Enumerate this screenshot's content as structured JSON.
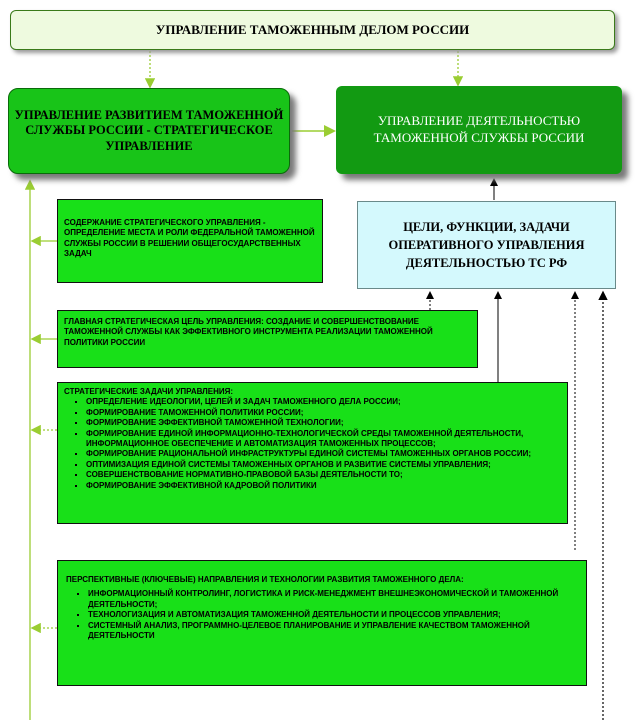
{
  "top_title": "УПРАВЛЕНИЕ  ТАМОЖЕННЫМ  ДЕЛОМ РОССИИ",
  "strategic_box": {
    "text": "УПРАВЛЕНИЕ РАЗВИТИЕМ ТАМОЖЕННОЙ СЛУЖБЫ РОССИИ - СТРАТЕГИЧЕСКОЕ УПРАВЛЕНИЕ"
  },
  "operational_box": {
    "text": "УПРАВЛЕНИЕ ДЕЯТЕЛЬНОСТЬЮ ТАМОЖЕННОЙ СЛУЖБЫ РОССИИ"
  },
  "goals_box": {
    "text": "ЦЕЛИ, ФУНКЦИИ, ЗАДАЧИ ОПЕРАТИВНОГО УПРАВЛЕНИЯ ДЕЯТЕЛЬНОСТЬЮ ТС РФ"
  },
  "content_box": {
    "text": "СОДЕРЖАНИЕ СТРАТЕГИЧЕСКОГО УПРАВЛЕНИЯ - ОПРЕДЕЛЕНИЕ МЕСТА И РОЛИ ФЕДЕРАЛЬНОЙ ТАМОЖЕННОЙ СЛУЖБЫ РОССИИ В РЕШЕНИИ ОБЩЕГОСУДАРСТВЕННЫХ ЗАДАЧ"
  },
  "main_goal_box": {
    "text": "ГЛАВНАЯ СТРАТЕГИЧЕСКАЯ ЦЕЛЬ УПРАВЛЕНИЯ: СОЗДАНИЕ И СОВЕРШЕНСТВОВАНИЕ ТАМОЖЕННОЙ СЛУЖБЫ КАК ЭФФЕКТИВНОГО ИНСТРУМЕНТА РЕАЛИЗАЦИИ ТАМОЖЕННОЙ ПОЛИТИКИ РОССИИ"
  },
  "tasks_box": {
    "heading": "СТРАТЕГИЧЕСКИЕ ЗАДАЧИ УПРАВЛЕНИЯ:",
    "items": [
      "ОПРЕДЕЛЕНИЕ ИДЕОЛОГИИ, ЦЕЛЕЙ И ЗАДАЧ ТАМОЖЕННОГО ДЕЛА РОССИИ;",
      "ФОРМИРОВАНИЕ ТАМОЖЕННОЙ ПОЛИТИКИ РОССИИ;",
      "ФОРМИРОВАНИЕ ЭФФЕКТИВНОЙ ТАМОЖЕННОЙ ТЕХНОЛОГИИ;",
      "ФОРМИРОВАНИЕ ЕДИНОЙ ИНФОРМАЦИОННО-ТЕХНОЛОГИЧЕСКОЙ СРЕДЫ ТАМОЖЕННОЙ ДЕЯТЕЛЬНОСТИ, ИНФОРМАЦИОННОЕ ОБЕСПЕЧЕНИЕ И АВТОМАТИЗАЦИЯ ТАМОЖЕННЫХ ПРОЦЕССОВ;",
      "ФОРМИРОВАНИЕ РАЦИОНАЛЬНОЙ ИНФРАСТРУКТУРЫ ЕДИНОЙ СИСТЕМЫ ТАМОЖЕННЫХ ОРГАНОВ РОССИИ;",
      "ОПТИМИЗАЦИЯ ЕДИНОЙ СИСТЕМЫ ТАМОЖЕННЫХ ОРГАНОВ И РАЗВИТИЕ СИСТЕМЫ УПРАВЛЕНИЯ;",
      "СОВЕРШЕНСТВОВАНИЕ НОРМАТИВНО-ПРАВОВОЙ БАЗЫ ДЕЯТЕЛЬНОСТИ ТО;",
      "ФОРМИРОВАНИЕ ЭФФЕКТИВНОЙ КАДРОВОЙ ПОЛИТИКИ"
    ]
  },
  "directions_box": {
    "heading": "ПЕРСПЕКТИВНЫЕ (КЛЮЧЕВЫЕ) НАПРАВЛЕНИЯ И ТЕХНОЛОГИИ РАЗВИТИЯ ТАМОЖЕННОГО ДЕЛА:",
    "items": [
      "ИНФОРМАЦИОННЫЙ КОНТРОЛИНГ, ЛОГИСТИКА И РИСК-МЕНЕДЖМЕНТ ВНЕШНЕЭКОНОМИЧЕСКОЙ И ТАМОЖЕННОЙ ДЕЯТЕЛЬНОСТИ;",
      "ТЕХНОЛОГИЗАЦИЯ И АВТОМАТИЗАЦИЯ ТАМОЖЕННОЙ ДЕЯТЕЛЬНОСТИ И ПРОЦЕССОВ УПРАВЛЕНИЯ;",
      "СИСТЕМНЫЙ АНАЛИЗ, ПРОГРАММНО-ЦЕЛЕВОЕ ПЛАНИРОВАНИЕ И УПРАВЛЕНИЕ КАЧЕСТВОМ ТАМОЖЕННОЙ ДЕЯТЕЛЬНОСТИ"
    ]
  },
  "colors": {
    "green_fill": "#18e018",
    "strategic_fill": "#18c418",
    "operational_fill": "#129a12",
    "cyan_fill": "#d4f9fd",
    "connector": "#9acd32"
  }
}
